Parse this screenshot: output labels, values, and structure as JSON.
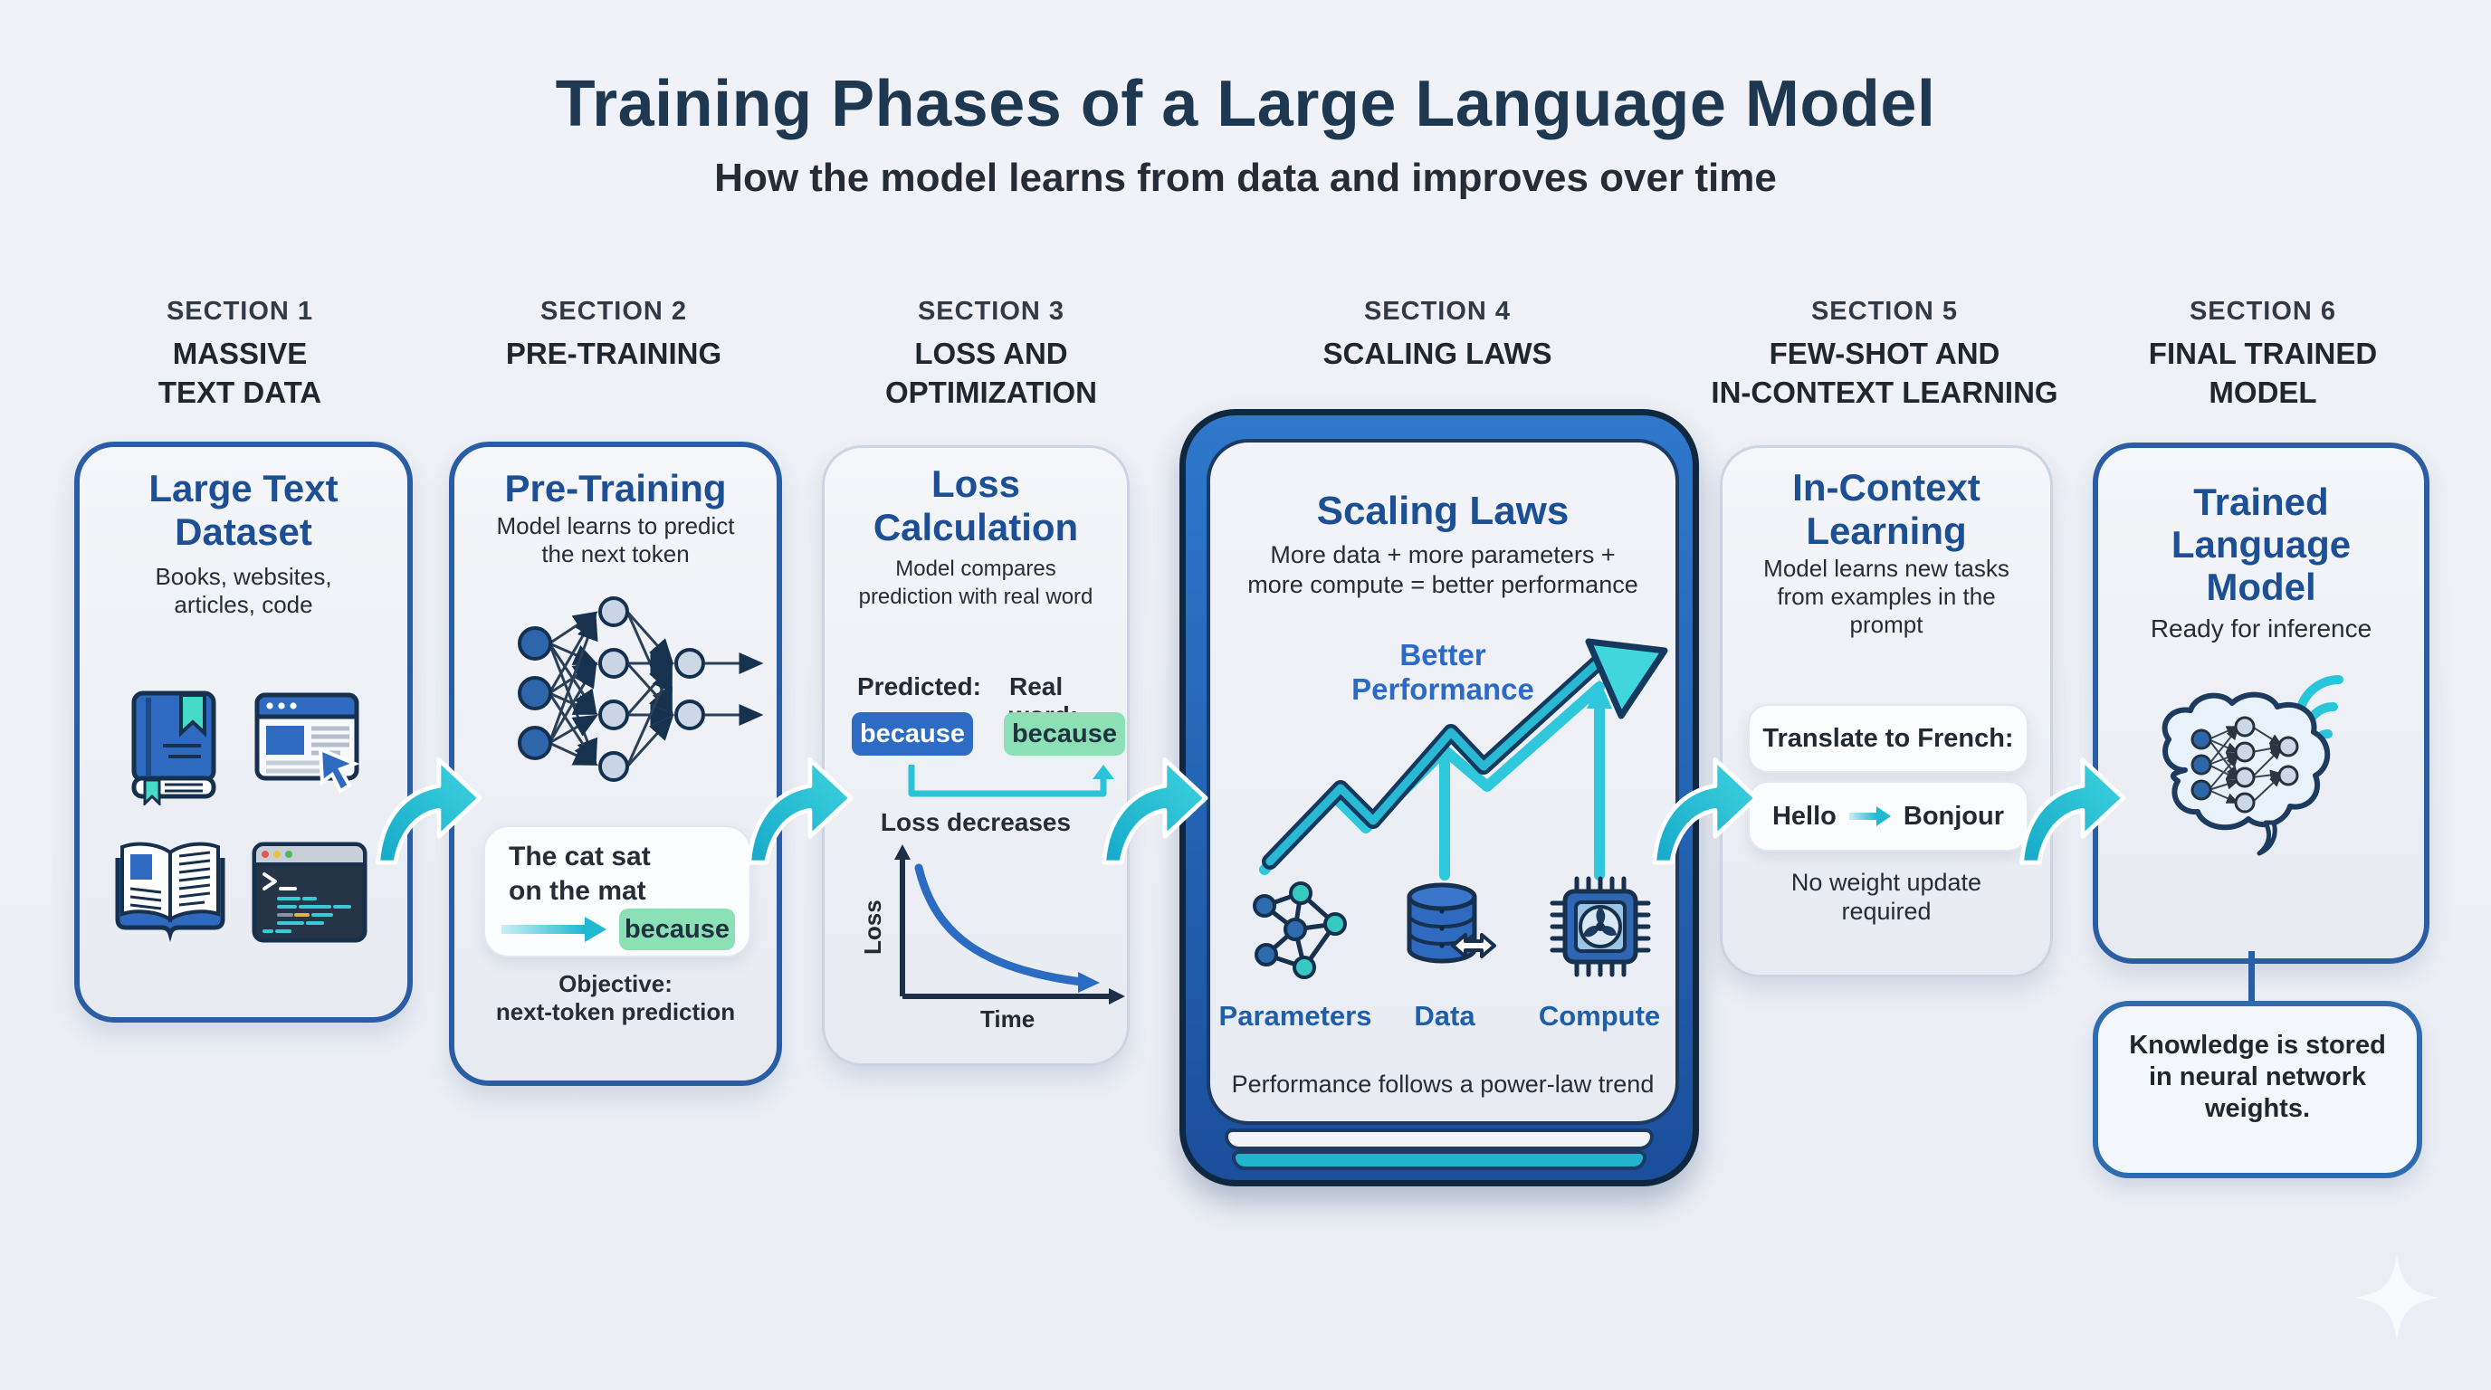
{
  "header": {
    "title": "Training Phases of a Large Language Model",
    "subtitle": "How the model learns from data and improves over time"
  },
  "sections": [
    {
      "kicker": "SECTION 1",
      "name": "MASSIVE\nTEXT DATA"
    },
    {
      "kicker": "SECTION 2",
      "name": "PRE-TRAINING"
    },
    {
      "kicker": "SECTION 3",
      "name": "LOSS AND\nOPTIMIZATION"
    },
    {
      "kicker": "SECTION 4",
      "name": "SCALING LAWS"
    },
    {
      "kicker": "SECTION 5",
      "name": "FEW-SHOT AND\nIN-CONTEXT LEARNING"
    },
    {
      "kicker": "SECTION 6",
      "name": "FINAL TRAINED\nMODEL"
    }
  ],
  "cards": {
    "dataset": {
      "title": "Large Text Dataset",
      "subtitle": "Books, websites,\narticles, code",
      "icons": [
        "book-icon",
        "website-icon",
        "open-book-icon",
        "code-terminal-icon"
      ]
    },
    "pretraining": {
      "title": "Pre-Training",
      "subtitle": "Model learns to predict\nthe next token",
      "example_sentence": "The cat sat\non the mat",
      "predicted_token": "because",
      "objective": "Objective:\nnext-token prediction"
    },
    "loss": {
      "title": "Loss\nCalculation",
      "subtitle": "Model compares\nprediction with real word",
      "predicted_label": "Predicted:",
      "predicted_value": "because",
      "real_label": "Real word:",
      "real_value": "because",
      "note": "Loss decreases",
      "chart": {
        "type": "line",
        "xlabel": "Time",
        "ylabel": "Loss",
        "trend": "decreasing"
      }
    },
    "scaling": {
      "title": "Scaling Laws",
      "subtitle": "More data + more parameters +\nmore compute = better performance",
      "annotation": "Better\nPerformance",
      "factors": [
        "Parameters",
        "Data",
        "Compute"
      ],
      "footnote": "Performance follows a power-law trend"
    },
    "incontext": {
      "title": "In-Context\nLearning",
      "subtitle": "Model learns new tasks\nfrom examples in the\nprompt",
      "prompt_label": "Translate to French:",
      "example_input": "Hello",
      "example_output": "Bonjour",
      "note": "No weight update\nrequired"
    },
    "trained": {
      "title": "Trained\nLanguage\nModel",
      "subtitle": "Ready for inference",
      "knowledge_note": "Knowledge is stored\nin neural network\nweights."
    }
  },
  "colors": {
    "background": "#edf0f5",
    "navy_border": "#2b5da4",
    "card_title_blue": "#1d4f94",
    "teal_accent": "#29c4d9",
    "chip_blue": "#2e6bc4",
    "chip_green": "#8ce0b6",
    "frame_blue": "#1b5cab",
    "dark_text": "#242a33"
  }
}
